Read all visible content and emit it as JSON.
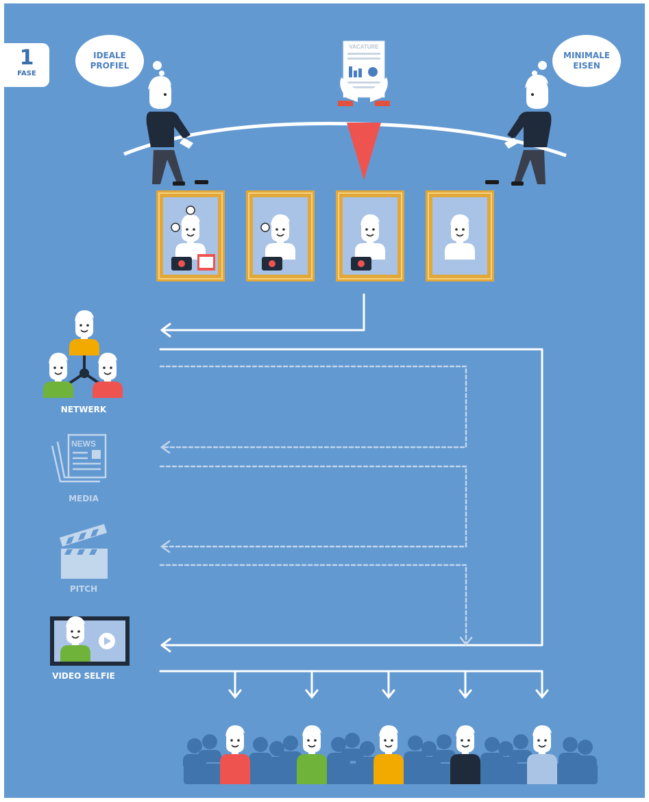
{
  "phase": {
    "number": "1",
    "label": "FASE"
  },
  "bubbles": {
    "left": {
      "line1": "IDEALE",
      "line2": "PROFIEL"
    },
    "right": {
      "line1": "MINIMALE",
      "line2": "EISEN"
    }
  },
  "document": {
    "title": "VACATURE"
  },
  "channels": [
    {
      "label": "NETWERK",
      "active": true
    },
    {
      "label": "MEDIA",
      "active": false,
      "icon_text": "NEWS"
    },
    {
      "label": "PITCH",
      "active": false
    },
    {
      "label": "VIDEO SELFIE",
      "active": true
    }
  ],
  "colors": {
    "background": "#6399d1",
    "pointer": "#ef5350",
    "frame_gold": "#e2a73a",
    "portrait_bg": "#a9c3e6",
    "crowd": "#3f74ad",
    "candidate_shirts": [
      "#ef5350",
      "#6fb33a",
      "#f2a900",
      "#1f2a3a",
      "#aac4e6"
    ]
  }
}
